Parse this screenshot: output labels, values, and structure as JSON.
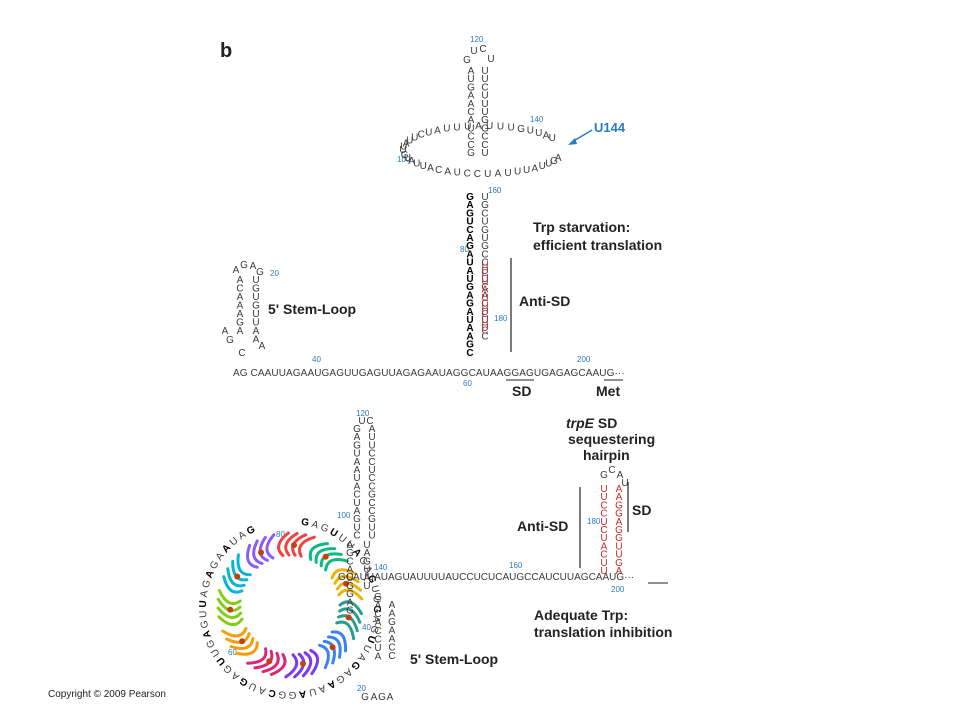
{
  "panel_label": "b",
  "copyright": "Copyright © 2009 Pearson",
  "top": {
    "label_u144": "U144",
    "label_trp_starvation": "Trp starvation:",
    "label_efficient": "efficient translation",
    "label_anti_sd": "Anti-SD",
    "label_stem_loop": "5' Stem-Loop",
    "label_sd": "SD",
    "label_met": "Met",
    "baseline": "AG CAAUUAGAAUGAGUUGAGUUAGAGAAUAGGCAUAAGGAGUGAGAGCAAUG···",
    "numbers": [
      "120",
      "140",
      "100",
      "160",
      "80",
      "20",
      "180",
      "40",
      "200",
      "60"
    ]
  },
  "bottom": {
    "label_trpe": "trpE",
    "label_sd_seq": " SD",
    "label_sequestering": "sequestering",
    "label_hairpin": "hairpin",
    "label_sd": "SD",
    "label_anti_sd": "Anti-SD",
    "label_adequate": "Adequate Trp:",
    "label_inhibition": "translation inhibition",
    "label_stem_loop": "5' Stem-Loop",
    "baseline": "GCAUUAUAGUAUUUUAUCCUCUCAUGCCAUCUUAGCAAUG···",
    "numbers": [
      "120",
      "100",
      "80",
      "140",
      "160",
      "180",
      "200",
      "40",
      "60",
      "20"
    ]
  }
}
